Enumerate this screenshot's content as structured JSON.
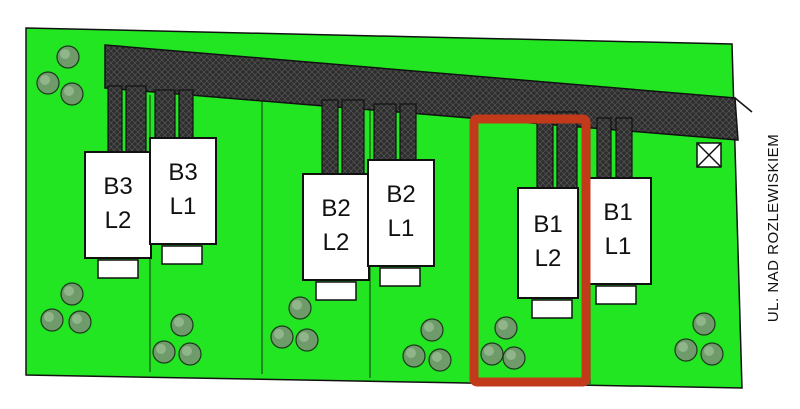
{
  "street": {
    "name": "UL. NAD ROZLEWISKIEM"
  },
  "colors": {
    "grass": "#22e622",
    "road": "#2e2e2e",
    "outline": "#111111",
    "building": "#ffffff",
    "highlight": "#c23a1a",
    "tree": "#6f9a6a",
    "background": "#ffffff"
  },
  "highlighted_unit": "B1 L2",
  "units": [
    {
      "id": "b3-l2",
      "line1": "B3",
      "line2": "L2"
    },
    {
      "id": "b3-l1",
      "line1": "B3",
      "line2": "L1"
    },
    {
      "id": "b2-l2",
      "line1": "B2",
      "line2": "L2"
    },
    {
      "id": "b2-l1",
      "line1": "B2",
      "line2": "L1"
    },
    {
      "id": "b1-l2",
      "line1": "B1",
      "line2": "L2"
    },
    {
      "id": "b1-l1",
      "line1": "B1",
      "line2": "L1"
    }
  ],
  "icons": {
    "junction": "utility-box-icon",
    "trees": "tree-cluster-icon"
  }
}
